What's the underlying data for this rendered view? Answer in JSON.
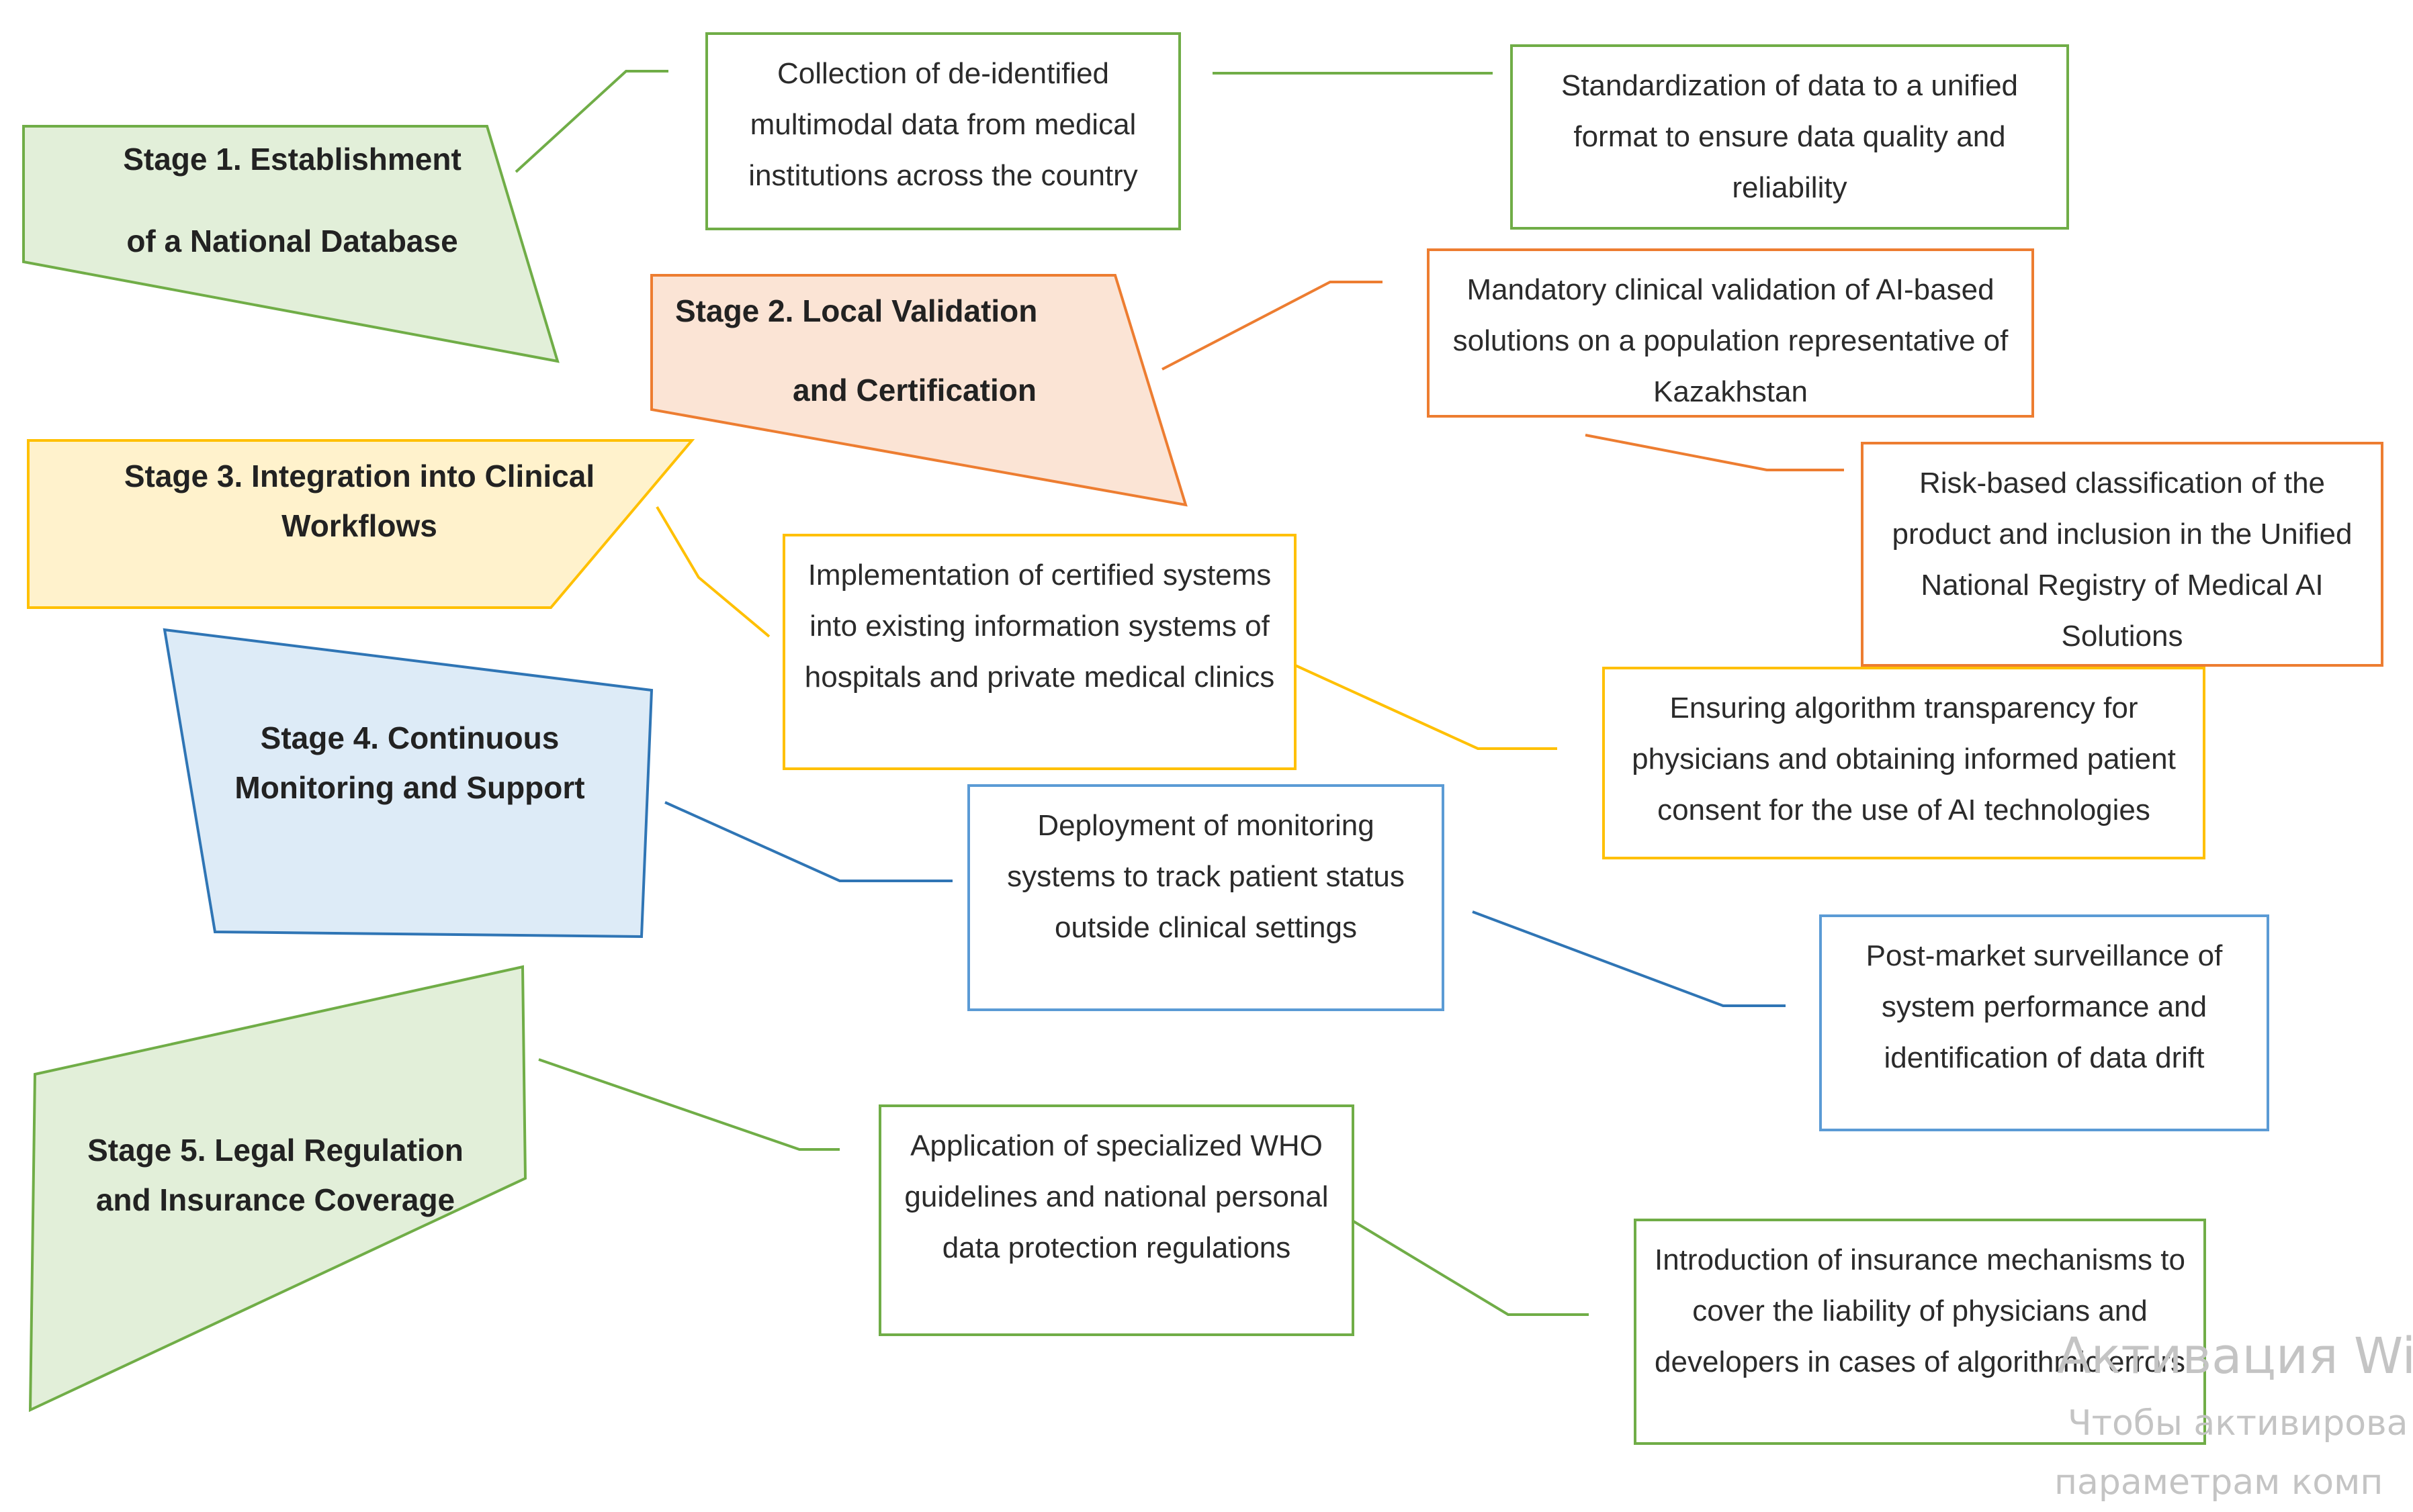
{
  "colors": {
    "stage1": {
      "fill": "#E2EFD9",
      "stroke": "#70AD47"
    },
    "stage2": {
      "fill": "#FBE4D5",
      "stroke": "#ED7D31"
    },
    "stage3": {
      "fill": "#FFF2CC",
      "stroke": "#FFC000"
    },
    "stage4": {
      "fill": "#DDEBF7",
      "stroke": "#2F75B5"
    },
    "stage5": {
      "fill": "#E2EFD9",
      "stroke": "#70AD47"
    }
  },
  "stages": [
    {
      "line1": "Stage 1. Establishment",
      "line2": "of a National Database"
    },
    {
      "line1": "Stage 2. Local Validation",
      "line2": "and Certification"
    },
    {
      "line1": "Stage 3. Integration into Clinical",
      "line2": "Workflows"
    },
    {
      "line1": "Stage 4. Continuous",
      "line2": "Monitoring and Support"
    },
    {
      "line1": "Stage 5. Legal Regulation",
      "line2": "and Insurance Coverage"
    }
  ],
  "boxes": {
    "s1a": "Collection of de-identified multimodal data from medical institutions across the country",
    "s1b": "Standardization of data to a unified format to ensure data quality and reliability",
    "s2a": "Mandatory clinical validation of AI-based solutions on a population representative of Kazakhstan",
    "s2b": "Risk-based classification of the product and inclusion in the Unified National Registry of Medical AI Solutions",
    "s3a": "Implementation of certified systems into existing information systems of hospitals and private medical clinics",
    "s3b": "Ensuring algorithm transparency for physicians and obtaining informed patient consent for the use of AI technologies",
    "s4a": "Deployment of monitoring systems to track patient status outside clinical settings",
    "s4b": "Post-market surveillance of system performance and identification of data drift",
    "s5a": "Application of specialized WHO guidelines and national personal data protection regulations",
    "s5b": "Introduction of insurance mechanisms to cover the liability of physicians and developers in cases of algorithmic errors"
  },
  "watermark": {
    "line1": "Активация Wi",
    "line2": "Чтобы активирова",
    "line3": "параметрам комп"
  }
}
